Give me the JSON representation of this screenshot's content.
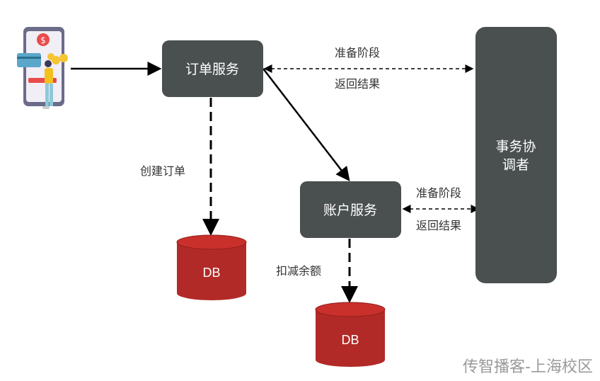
{
  "nodes": {
    "order_service": "订单服务",
    "account_service": "账户服务",
    "coordinator_line1": "事务协",
    "coordinator_line2": "调者",
    "db_order": "DB",
    "db_account": "DB"
  },
  "edges": {
    "prepare_top": "准备阶段",
    "result_top": "返回结果",
    "prepare_mid": "准备阶段",
    "result_mid": "返回结果",
    "create_order": "创建订单",
    "deduct_balance": "扣减余额"
  },
  "watermark": "传智播客-上海校区",
  "colors": {
    "box": "#4a4f50",
    "db": "#b22a27",
    "db_top": "#c9302c",
    "line": "#000000"
  },
  "icons": [
    "mobile-payment-icon"
  ]
}
